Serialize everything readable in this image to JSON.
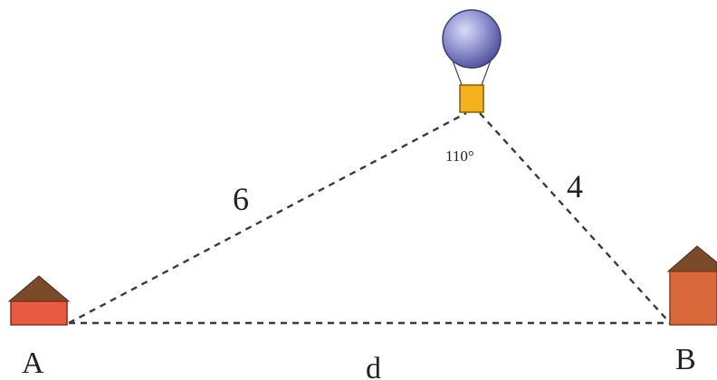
{
  "diagram": {
    "points": {
      "a": "A",
      "b": "B"
    },
    "sides": {
      "ac": "6",
      "bc": "4",
      "ab": "d"
    },
    "angle_c": "110°",
    "colors": {
      "house_a_wall": "#e85a42",
      "house_b_wall": "#d9693a",
      "roof": "#7a4a2a",
      "balloon": "#8a8cc8",
      "basket": "#f3b21c",
      "dashed_line": "#3a3a3a"
    }
  }
}
